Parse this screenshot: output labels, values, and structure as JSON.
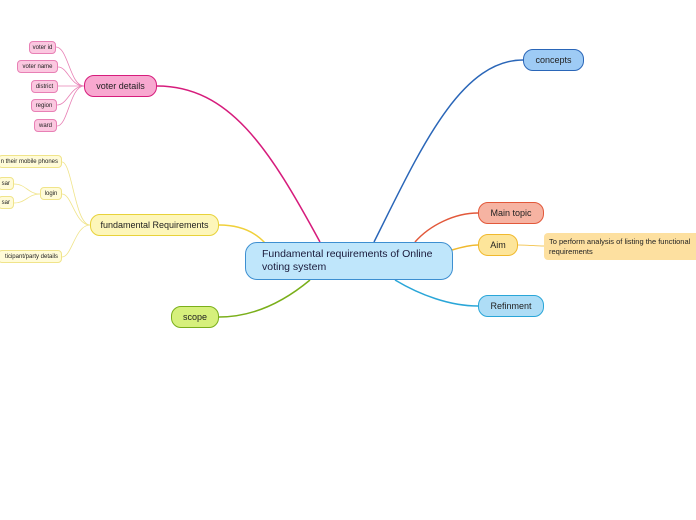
{
  "central": {
    "title": "Fundamental requirements of Online voting system"
  },
  "branches": {
    "voter_details": {
      "label": "voter details",
      "children": [
        "voter id",
        "voter name",
        "district",
        "region",
        "ward"
      ]
    },
    "fundamental_requirements": {
      "label": "fundamental Requirements",
      "children": [
        "n their mobile phones",
        "login",
        "sar",
        "sar",
        "ticipant/party details"
      ]
    },
    "scope": {
      "label": "scope"
    },
    "concepts": {
      "label": "concepts"
    },
    "main_topic": {
      "label": "Main topic"
    },
    "aim": {
      "label": "Aim",
      "detail": "To perform analysis of listing the functional requirements"
    },
    "refinement": {
      "label": "Refinment"
    }
  },
  "colors": {
    "voter_details": "#d61c7c",
    "fundamental_requirements": "#f0d03a",
    "scope": "#7aaf1a",
    "concepts": "#2a66b8",
    "main_topic": "#e2583a",
    "aim": "#f0b92e",
    "refinement": "#2aa6d8",
    "central": "#3d8fd1"
  }
}
